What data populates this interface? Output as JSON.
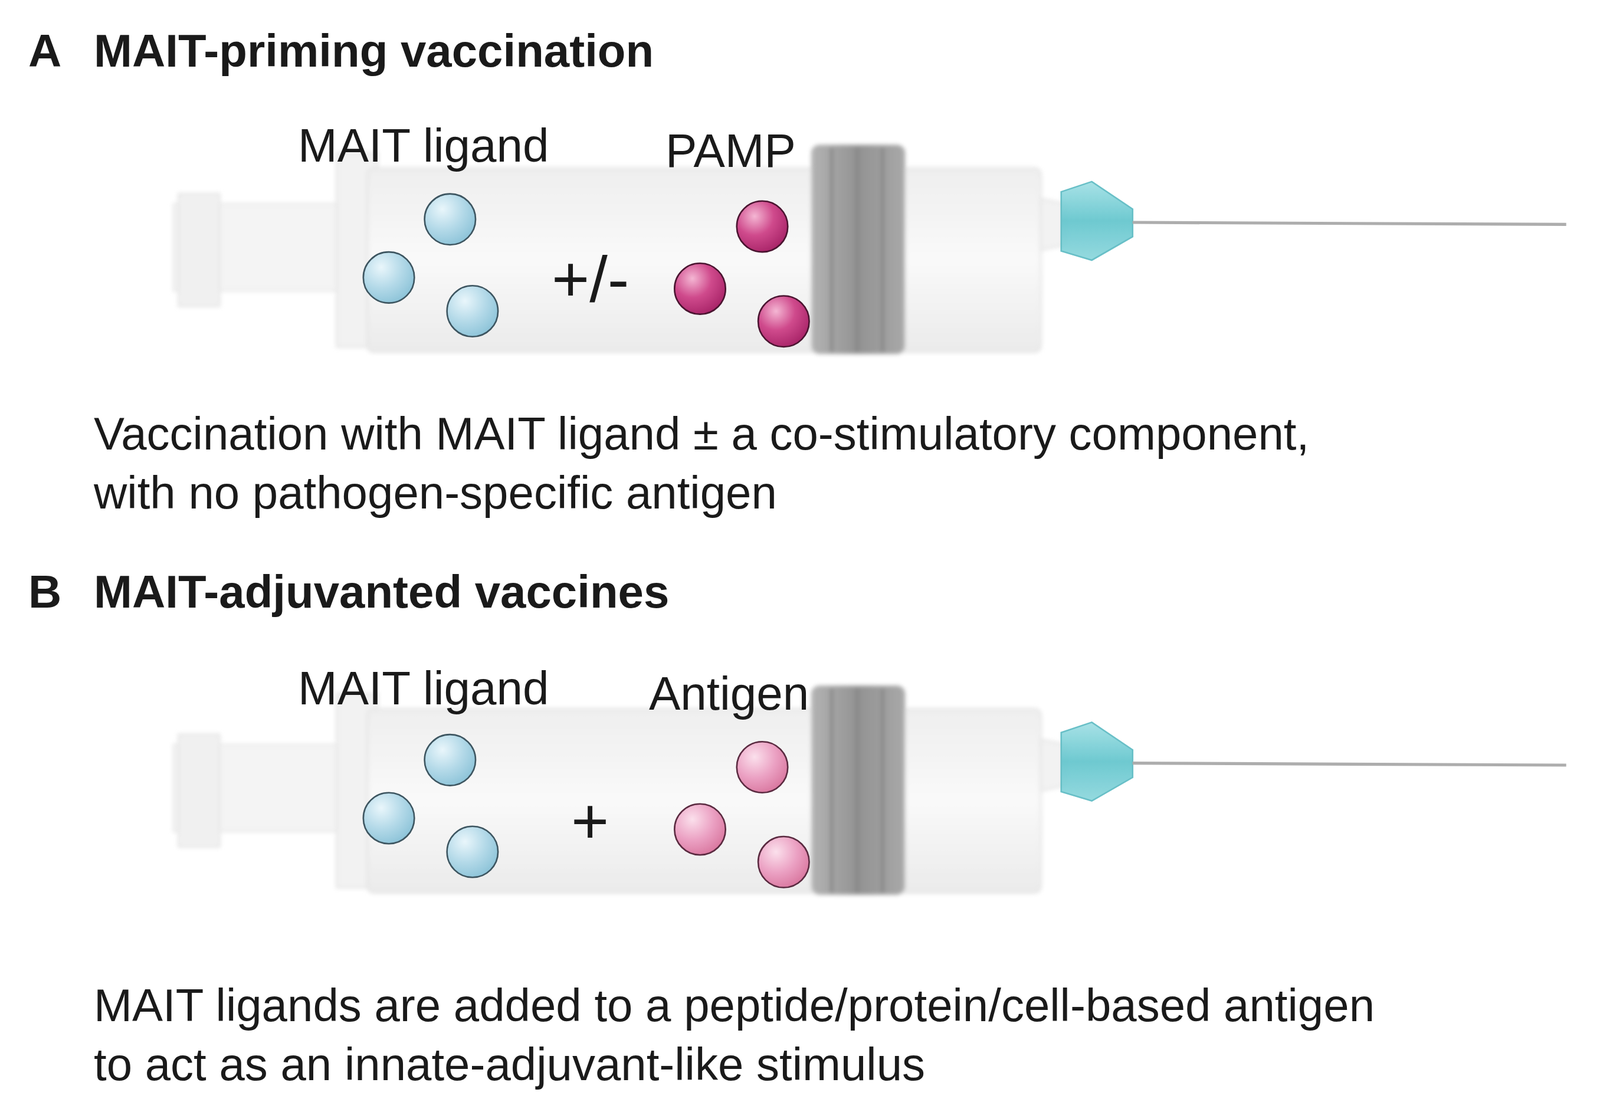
{
  "diagram": {
    "labels": [
      "A",
      "MAIT-priming vaccination",
      "MAIT ligand",
      "+/-",
      "PAMP",
      "Vaccination with MAIT ligand ± a co-stimulatory component, with no pathogen-specific antigen",
      "B",
      "MAIT-adjuvanted vaccines",
      "MAIT ligand",
      "+",
      "Antigen",
      "MAIT ligands are added to a peptide/protein/cell-based antigen to act as an innate-adjuvant-like stimulus"
    ]
  }
}
